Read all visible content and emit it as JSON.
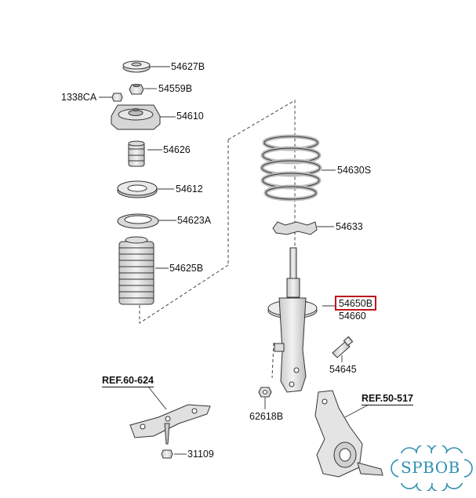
{
  "diagram": {
    "parts": {
      "p54627B": "54627B",
      "p54559B": "54559B",
      "p1338CA": "1338CA",
      "p54610": "54610",
      "p54626": "54626",
      "p54612": "54612",
      "p54623A": "54623A",
      "p54625B": "54625B",
      "p54630S": "54630S",
      "p54633": "54633",
      "p54650B": "54650B",
      "p54660": "54660",
      "p54645": "54645",
      "p62618B": "62618B",
      "p31109": "31109"
    },
    "refs": {
      "ref_left": "REF.60-624",
      "ref_right": "REF.50-517"
    },
    "highlight_color": "#c0141c"
  },
  "watermark": {
    "text": "SPBOB",
    "color": "#2f8fb0"
  }
}
